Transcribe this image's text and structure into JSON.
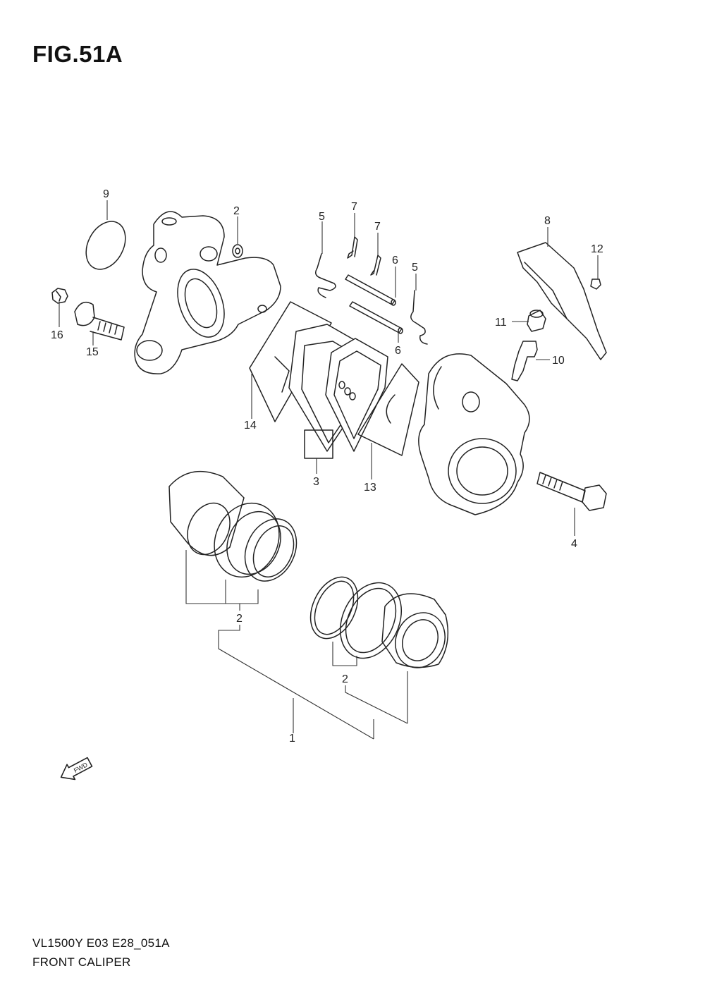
{
  "figure": {
    "title": "FIG.51A"
  },
  "footer": {
    "model_code": "VL1500Y E03 E28_051A",
    "section_name": "FRONT CALIPER"
  },
  "fwd_arrow": {
    "label": "FWD",
    "icon": "fwd-arrow-icon"
  },
  "callouts": {
    "c1": "1",
    "c2a": "2",
    "c2b": "2",
    "c2c": "2",
    "c3": "3",
    "c4": "4",
    "c5a": "5",
    "c5b": "5",
    "c6a": "6",
    "c6b": "6",
    "c7a": "7",
    "c7b": "7",
    "c8": "8",
    "c9": "9",
    "c10": "10",
    "c11": "11",
    "c12": "12",
    "c13": "13",
    "c14": "14",
    "c15": "15",
    "c16": "16"
  }
}
